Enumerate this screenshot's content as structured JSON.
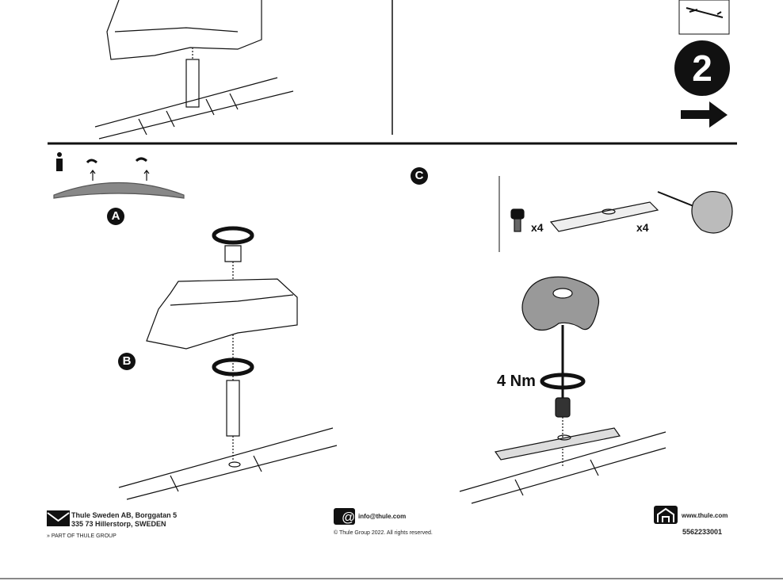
{
  "step": {
    "number": "2"
  },
  "labels": {
    "a": "A",
    "b": "B",
    "c": "C",
    "torque": "4 Nm",
    "qty_screw": "x4",
    "qty_plate": "x4"
  },
  "footer": {
    "address_line1": "Thule Sweden AB, Borggatan 5",
    "address_line2": "335 73 Hillerstorp, SWEDEN",
    "group": "PART OF THULE GROUP",
    "email": "info@thule.com",
    "copyright": "© Thule Group 2022. All rights reserved.",
    "website": "www.thule.com",
    "doc_number": "5562233001"
  },
  "icons": [
    "info-icon",
    "envelope-icon",
    "at-icon",
    "home-icon",
    "arrow-right-icon"
  ]
}
